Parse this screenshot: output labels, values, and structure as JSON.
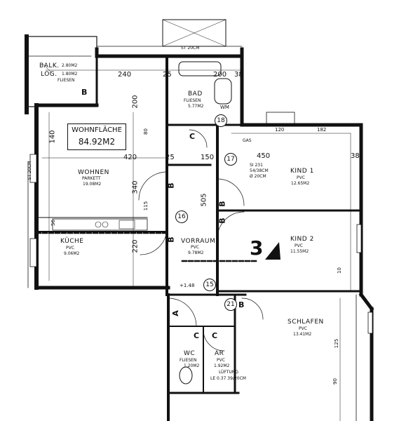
{
  "unit": {
    "label": "3"
  },
  "living_area": {
    "line1": "WOHNFLÄCHE",
    "line2": "84.92M2"
  },
  "rooms": {
    "balkon": {
      "name_a": "BALK.",
      "area_a": "2.80M2",
      "name_b": "LOG.",
      "area_b": "1.80M2",
      "floor": "FLIESEN"
    },
    "bad": {
      "name": "BAD",
      "floor": "FLIESEN",
      "area": "5.77M2"
    },
    "wohnen": {
      "name": "WOHNEN",
      "floor": "PARKETT",
      "area": "19.08M2"
    },
    "kueche": {
      "name": "KÜCHE",
      "floor": "PVC",
      "area": "9.06M2"
    },
    "vorraum": {
      "name": "VORRAUM",
      "floor": "PVC",
      "area": "9.78M2"
    },
    "kind1": {
      "name": "KIND 1",
      "floor": "PVC",
      "area": "12.65M2"
    },
    "kind2": {
      "name": "KIND 2",
      "floor": "PVC",
      "area": "11.55M2"
    },
    "schlafen": {
      "name": "SCHLAFEN",
      "floor": "PVC",
      "area": "13.41M2"
    },
    "wc": {
      "name": "WC",
      "floor": "FLIESEN",
      "area": "1.20M2"
    },
    "ar": {
      "name": "AR",
      "floor": "PVC",
      "area": "1.92M2"
    }
  },
  "labels": {
    "wm": "WM",
    "gas": "GAS",
    "chimney_a": "SI 231",
    "chimney_b": "54/38CM",
    "chimney_c": "Ø 20CM",
    "level": "+1.48",
    "vent_a": "LÜFTUNG",
    "vent_b": "LE 0.37 39/20CM",
    "st_top": "ST 20CM",
    "st_left": "ST 20CM"
  },
  "circled": [
    "15",
    "16",
    "17",
    "18",
    "21"
  ],
  "dims": {
    "d240": "240",
    "d25a": "25",
    "d200a": "200",
    "d38a": "38",
    "d200v": "200",
    "d140": "140",
    "d420": "420",
    "d25b": "25",
    "d150": "150",
    "d450": "450",
    "d38b": "38",
    "d340": "340",
    "d505": "505",
    "d220": "220",
    "d120": "120",
    "d182": "182",
    "d115": "115",
    "d125": "125",
    "d10": "10",
    "d56": "56",
    "d80": "80",
    "d90": "90"
  },
  "door_letters": [
    "B",
    "B",
    "B",
    "B",
    "B",
    "B",
    "C",
    "C",
    "C",
    "A"
  ]
}
